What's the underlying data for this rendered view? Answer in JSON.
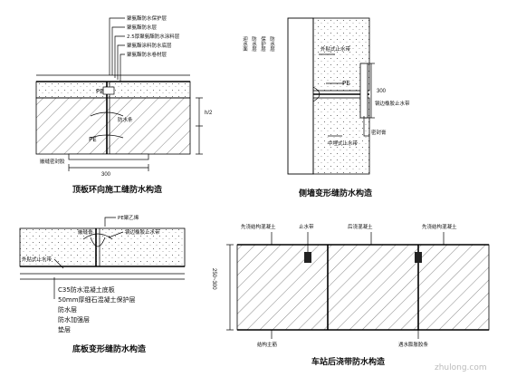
{
  "panels": {
    "roof": {
      "title": "顶板环向施工缝防水构造",
      "callouts": [
        "聚氨酯防水保护层",
        "聚氨酯防水层",
        "2.5厚聚氨酯防水涂料层",
        "聚氨酯涂料防水底层",
        "聚氨酯防水卷材层"
      ],
      "labels": {
        "pe": "PE",
        "pe2": "PE",
        "stop": "防水条",
        "note": "嵌缝密封胶",
        "dim_w": "300",
        "dim_h": "h/2"
      }
    },
    "wall": {
      "title": "侧墙变形缝防水构造",
      "vertical_labels": [
        "迎水面",
        "防水层",
        "保护层",
        "防水层"
      ],
      "labels": {
        "a": "外贴式止水带",
        "b": "PE",
        "c": "中埋式止水带",
        "d": "钢边橡胶止水带",
        "e": "密封膏",
        "dim": "300"
      }
    },
    "floor": {
      "title": "底板变形缝防水构造",
      "top_labels": {
        "a": "嵌缝膏",
        "b": "PE聚乙烯",
        "c": "钢边橡胶止水带",
        "d": "外贴式止水带"
      },
      "layers": [
        "C35防水混凝土底板",
        "50mm厚细石混凝土保护层",
        "防水层",
        "防水加强层",
        "垫层"
      ]
    },
    "station": {
      "title": "车站后浇带防水构造",
      "top_labels": {
        "a": "先浇结构混凝土",
        "b": "止水带",
        "c": "后浇混凝土",
        "d": "先浇结构混凝土"
      },
      "bottom_labels": {
        "a": "结构主筋",
        "b": "遇水膨胀胶条"
      },
      "dim": "250~300"
    }
  },
  "watermark": "zhulong.com"
}
